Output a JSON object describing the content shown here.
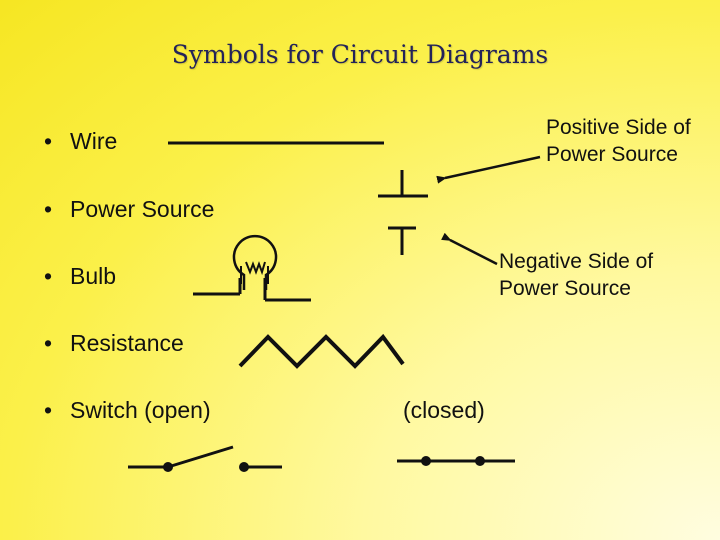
{
  "slide": {
    "title": "Symbols for Circuit Diagrams",
    "bullets": [
      {
        "marker": "•",
        "label": "Wire"
      },
      {
        "marker": "•",
        "label": "Power Source"
      },
      {
        "marker": "•",
        "label": "Bulb"
      },
      {
        "marker": "•",
        "label": "Resistance"
      },
      {
        "marker": "•",
        "label": "Switch (open)"
      }
    ],
    "closed_label": "(closed)",
    "positive_label": {
      "line1": "Positive Side of",
      "line2": "Power Source"
    },
    "negative_label": {
      "line1": "Negative Side of",
      "line2": "Power Source"
    },
    "colors": {
      "title": "#23235a",
      "ink": "#111111"
    }
  }
}
